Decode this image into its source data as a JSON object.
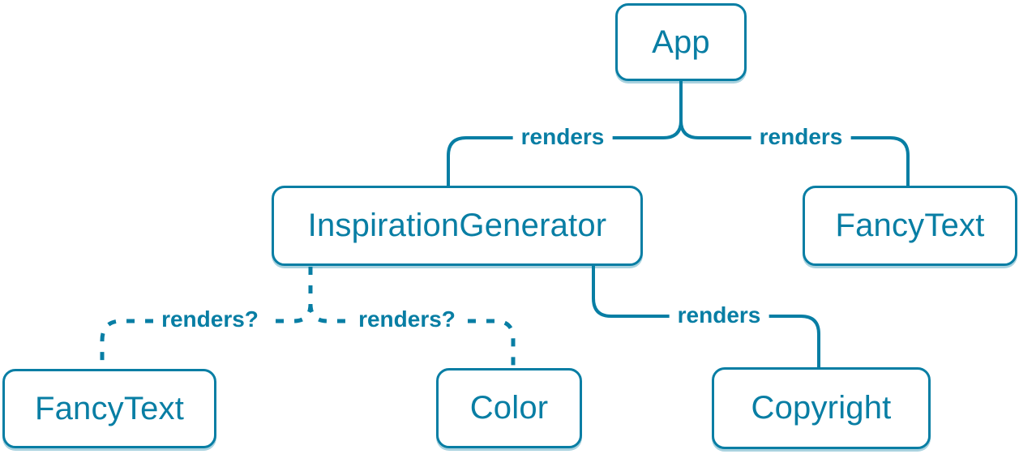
{
  "diagram": {
    "kind": "component-render-tree",
    "colors": {
      "accent": "#087ea4",
      "node_background": "#ffffff"
    },
    "nodes": {
      "app": {
        "label": "App"
      },
      "inspiration_generator": {
        "label": "InspirationGenerator"
      },
      "fancy_text_top": {
        "label": "FancyText"
      },
      "fancy_text_bottom": {
        "label": "FancyText"
      },
      "color": {
        "label": "Color"
      },
      "copyright": {
        "label": "Copyright"
      }
    },
    "edges": {
      "app_to_inspiration_generator": {
        "label": "renders",
        "style": "solid"
      },
      "app_to_fancy_text": {
        "label": "renders",
        "style": "solid"
      },
      "inspiration_generator_to_fancy_text": {
        "label": "renders?",
        "style": "dashed"
      },
      "inspiration_generator_to_color": {
        "label": "renders?",
        "style": "dashed"
      },
      "inspiration_generator_to_copyright": {
        "label": "renders",
        "style": "solid"
      }
    }
  }
}
